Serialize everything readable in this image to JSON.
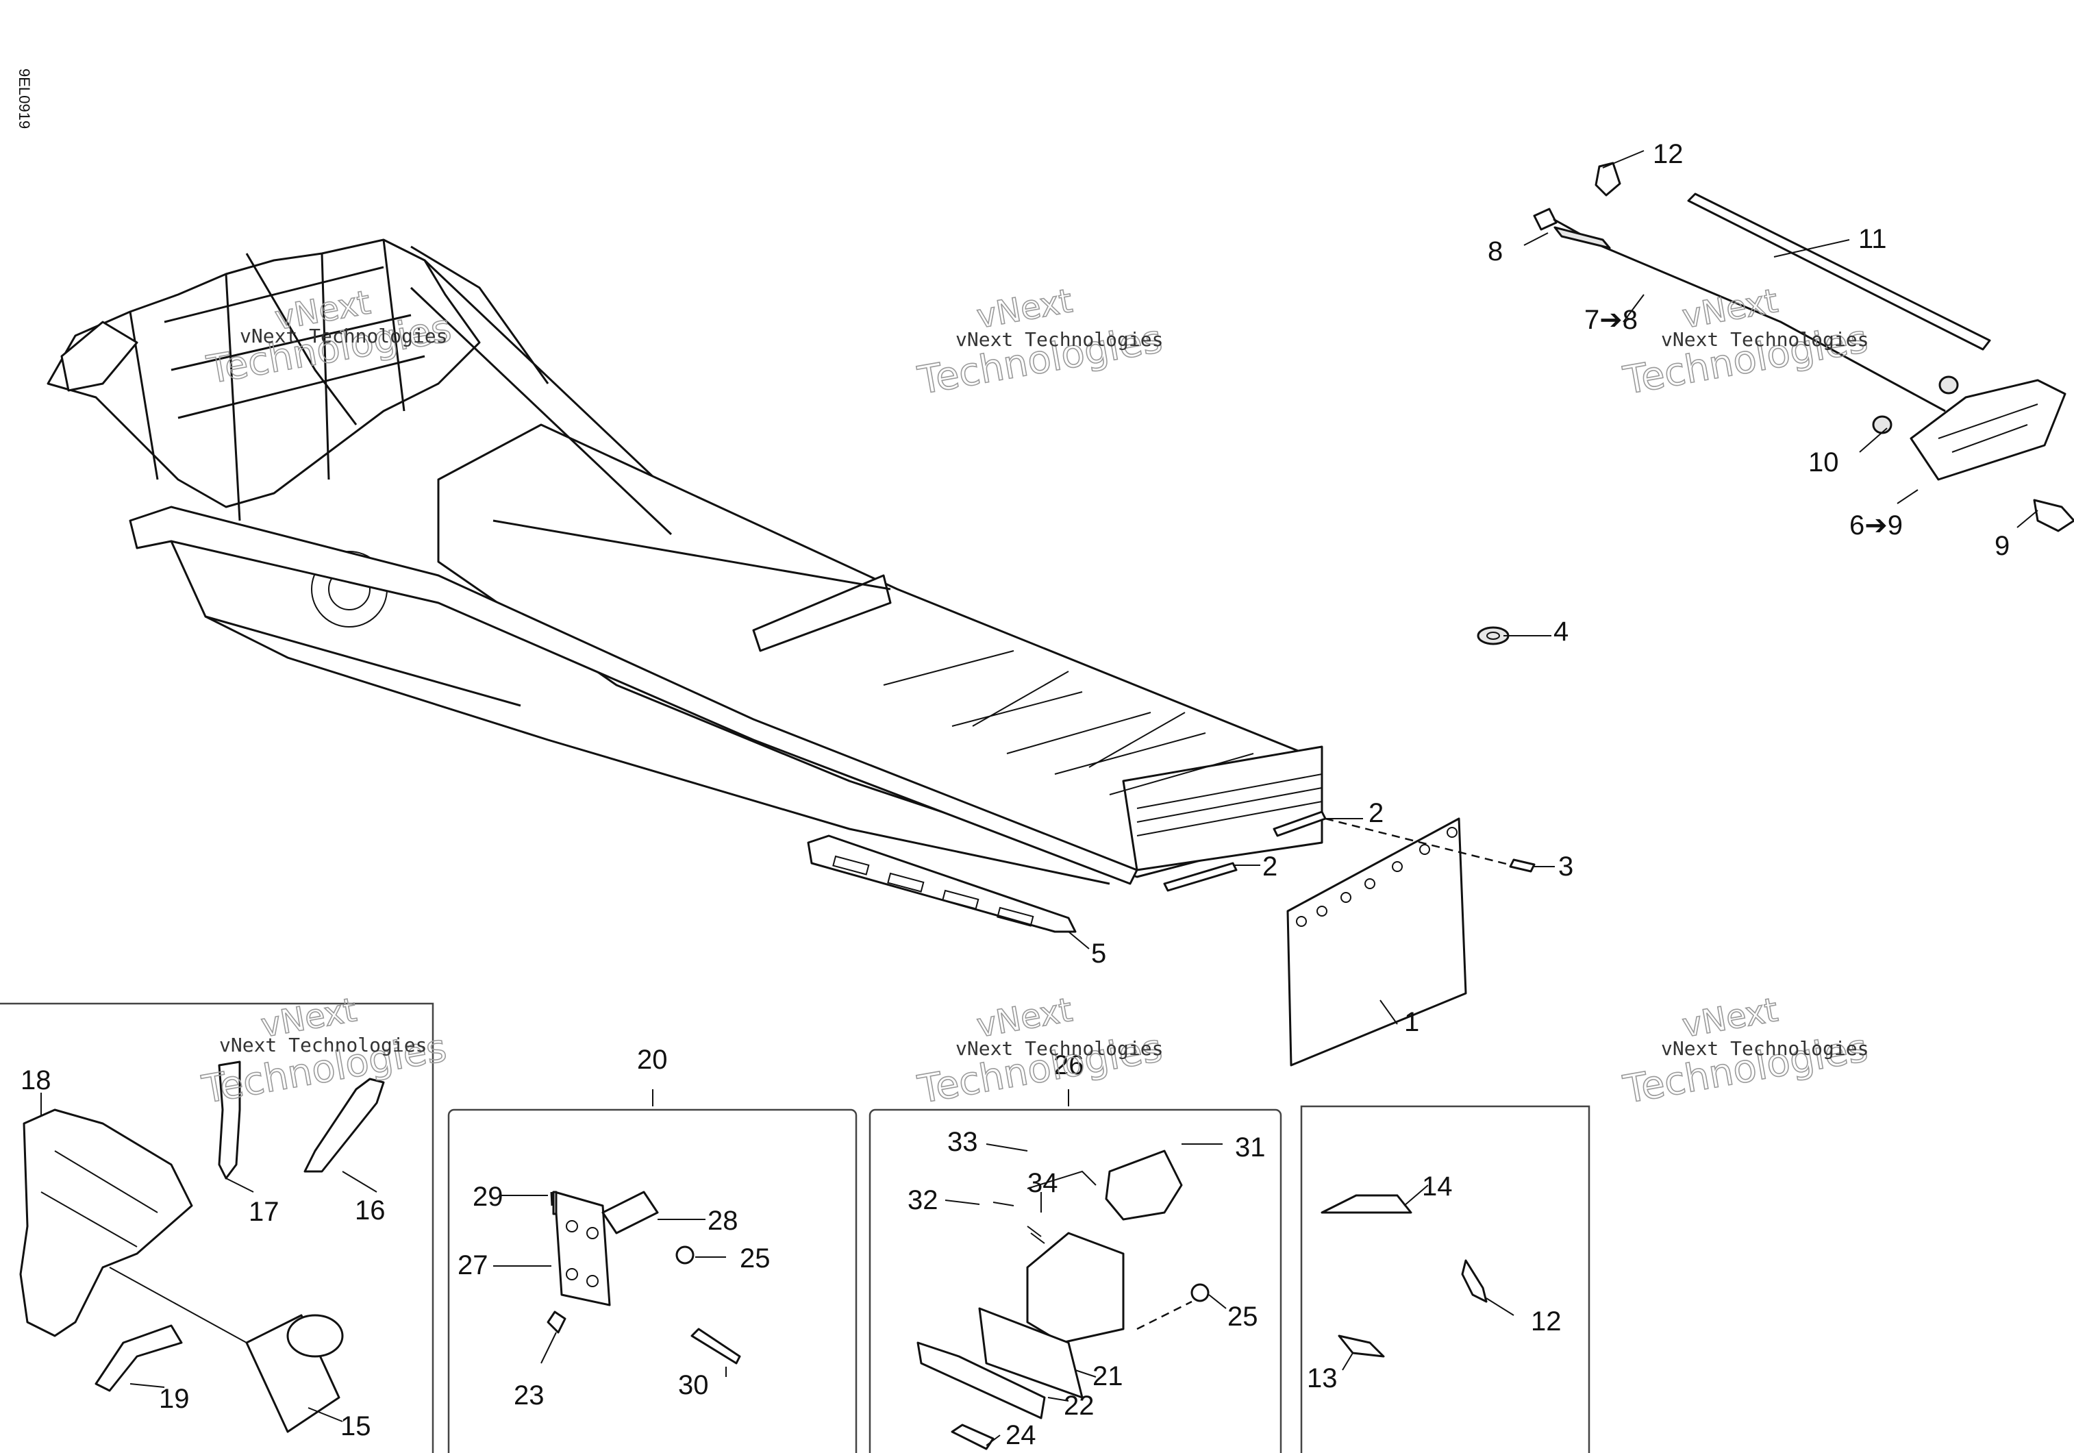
{
  "diagram": {
    "code": "9EL0919",
    "watermark_line1": "vNext",
    "watermark_line2": "Technologies",
    "watermark_caption": "vNext Technologies"
  },
  "callouts": {
    "c1": "1",
    "c2a": "2",
    "c2b": "2",
    "c3": "3",
    "c4": "4",
    "c5": "5",
    "c6": "6➔9",
    "c7": "7➔8",
    "c8": "8",
    "c9": "9",
    "c10": "10",
    "c11": "11",
    "c12a": "12",
    "c12b": "12",
    "c13": "13",
    "c14": "14",
    "c15": "15",
    "c16": "16",
    "c17": "17",
    "c18": "18",
    "c19": "19",
    "c20": "20",
    "c21": "21",
    "c22": "22",
    "c23": "23",
    "c24": "24",
    "c25a": "25",
    "c25b": "25",
    "c26": "26",
    "c27": "27",
    "c28": "28",
    "c29": "29",
    "c30": "30",
    "c31": "31",
    "c32": "32",
    "c33": "33",
    "c34": "34"
  }
}
